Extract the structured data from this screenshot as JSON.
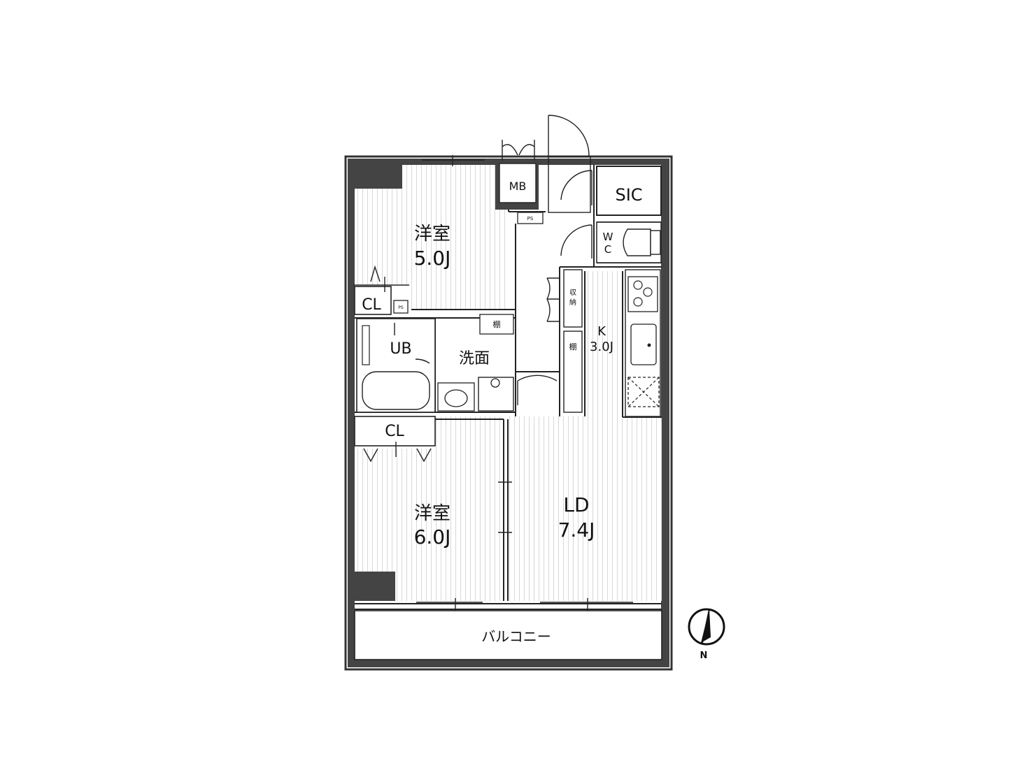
{
  "rooms": {
    "bedroom1": {
      "name": "洋室",
      "size": "5.0J"
    },
    "bedroom2": {
      "name": "洋室",
      "size": "6.0J"
    },
    "ld": {
      "name": "LD",
      "size": "7.4J"
    },
    "kitchen": {
      "name": "K",
      "size": "3.0J"
    },
    "washroom": {
      "name": "洗面"
    },
    "bath": {
      "name": "UB"
    },
    "closet1": {
      "name": "CL"
    },
    "closet2": {
      "name": "CL"
    },
    "sic": {
      "name": "SIC"
    },
    "wc": {
      "line1": "W",
      "line2": "C"
    },
    "mb": {
      "name": "MB"
    },
    "ps1": {
      "name": "PS"
    },
    "ps2": {
      "name": "PS"
    },
    "storage": {
      "line1": "収",
      "line2": "納"
    },
    "shelf1": {
      "name": "棚"
    },
    "shelf2": {
      "name": "棚"
    },
    "balcony": {
      "name": "バルコニー"
    }
  },
  "compass": {
    "label": "N"
  }
}
